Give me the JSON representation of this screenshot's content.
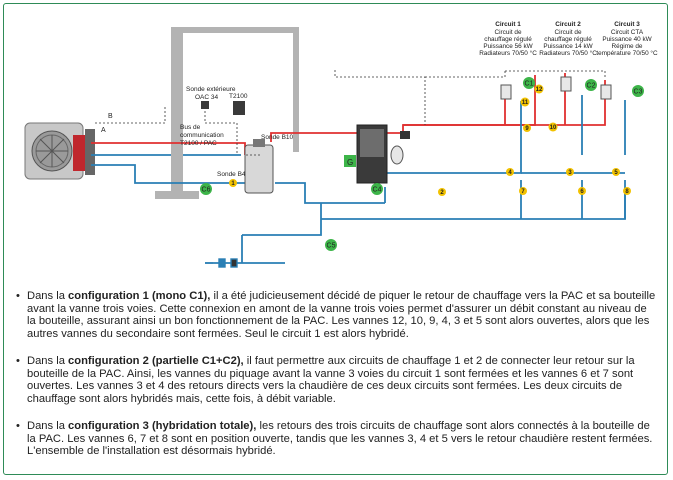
{
  "labels": {
    "sonde_exterieure": "Sonde extérieure",
    "oac": "OAC 34",
    "t2100": "T2100",
    "bus_1": "Bus de",
    "bus_2": "communication",
    "bus_3": "T2100 / PAC",
    "sonde_b10": "Sonde B10",
    "sonde_b4": "Sonde B4",
    "b_letter": "B",
    "a_letter": "A",
    "g_letter": "G"
  },
  "circuits": [
    {
      "title": "Circuit 1",
      "lines": [
        "Circuit de",
        "chauffage régulé",
        "Puissance 56 kW",
        "Radiateurs 70/50 °C"
      ]
    },
    {
      "title": "Circuit 2",
      "lines": [
        "Circuit de",
        "chauffage régulé",
        "Puissance 14 kW",
        "Radiateurs 70/50 °C"
      ]
    },
    {
      "title": "Circuit 3",
      "lines": [
        "Circuit CTA",
        "Puissance 40 kW",
        "Régime de",
        "température 70/50 °C"
      ]
    }
  ],
  "badges": {
    "c1": "C1",
    "c2": "C2",
    "c3": "C3",
    "c4": "C4",
    "c5": "C5",
    "c6": "C6"
  },
  "valves": {
    "v1": "1",
    "v2": "2",
    "v3": "3",
    "v4": "4",
    "v5": "5",
    "v6": "6",
    "v7": "7",
    "v8": "8",
    "v9": "9",
    "v10": "10",
    "v11": "11",
    "v12": "12"
  },
  "colors": {
    "hot": "#e03030",
    "cold": "#2a7fb5",
    "border": "#2e8b57",
    "badge": "#3db549",
    "valve": "#f2c200"
  },
  "paragraphs": [
    {
      "pre": "Dans la ",
      "bold": "configuration 1 (mono C1),",
      "rest": " il a été judicieusement décidé de piquer le retour de chauffage vers la PAC et sa bouteille avant la vanne trois voies. Cette connexion en amont de la vanne trois voies permet d'assurer un débit constant au niveau de la bouteille, assurant ainsi un bon fonctionnement de la PAC. Les vannes 12, 10, 9, 4, 3 et 5 sont alors ouvertes, alors que les autres vannes du secondaire sont fermées. Seul le circuit 1 est alors hybridé."
    },
    {
      "pre": "Dans la ",
      "bold": "configuration 2 (partielle C1+C2),",
      "rest": " il faut permettre aux circuits de chauffage 1 et 2 de connecter leur retour sur la bouteille de la PAC. Ainsi, les vannes du piquage avant la vanne 3 voies du circuit 1 sont fermées et les vannes 6 et 7 sont ouvertes. Les vannes 3 et 4 des retours directs vers la chaudière de ces deux circuits sont fermées. Les deux circuits de chauffage sont alors hybridés mais, cette fois, à débit variable."
    },
    {
      "pre": "Dans la ",
      "bold": "configuration 3 (hybridation totale),",
      "rest": " les retours des trois circuits de chauffage sont alors connectés à la bouteille de la PAC. Les vannes 6, 7 et 8 sont en position ouverte, tandis que les vannes 3, 4 et 5 vers le retour chaudière restent fermées. L'ensemble de l'installation est désormais hybridé."
    }
  ]
}
